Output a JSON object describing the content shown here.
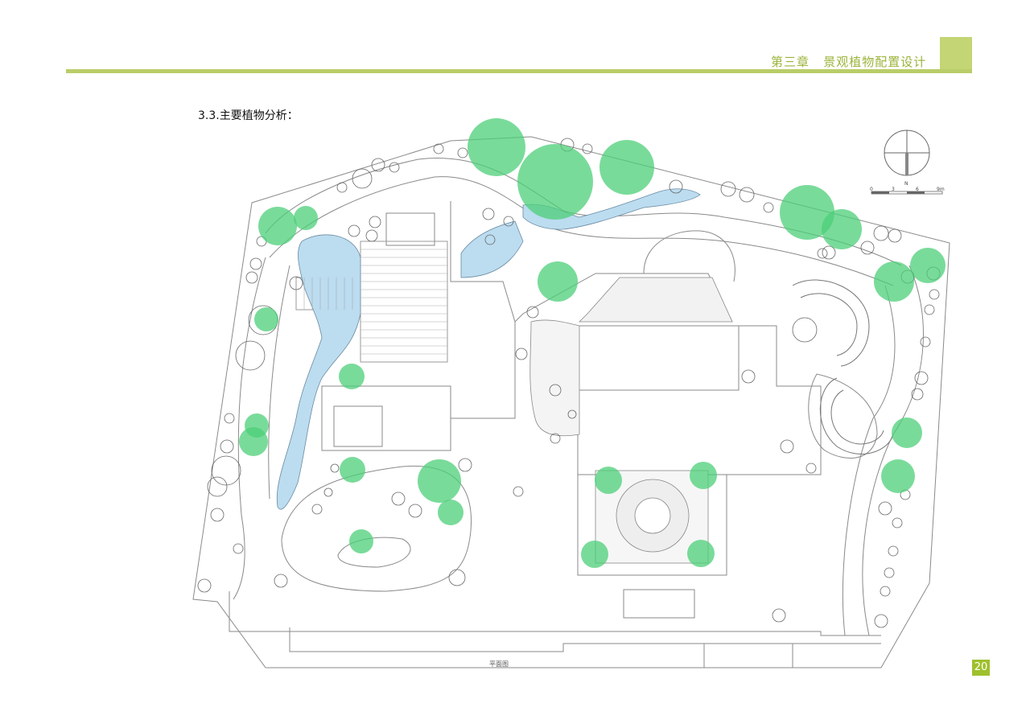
{
  "header": {
    "chapter_title": "第三章   景观植物配置设计",
    "accent_color": "#b9cd69"
  },
  "section_title": "3.3.主要植物分析：",
  "plan": {
    "caption": "平面图",
    "north_label": "N",
    "scale_labels": [
      "0",
      "3",
      "6",
      "9m"
    ],
    "highlight_color": "#4ccf78",
    "water_color": "#bcdcf0"
  },
  "page_number": "20"
}
